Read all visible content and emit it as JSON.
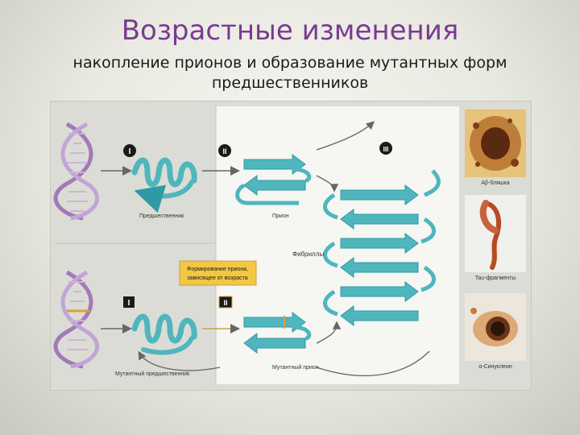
{
  "slide": {
    "title": "Возрастные изменения",
    "subtitle_line1": "накопление прионов и образование мутантных форм",
    "subtitle_line2": "предшественников"
  },
  "diagram": {
    "markers": [
      "I",
      "II",
      "III",
      "I",
      "II"
    ],
    "label_precursor": "Предшественник",
    "label_prion": "Прион",
    "label_fibrils": "Фибриллы",
    "label_mutant_precursor": "Мутантный предшественник",
    "label_mutant_prion": "Мутантный прион",
    "callout_line1": "Формирование приона,",
    "callout_line2": "зависящее от возраста",
    "photo_labels": [
      "Aβ-бляшка",
      "Tau-фрагменты",
      "α-Синуклеин"
    ]
  },
  "colors": {
    "title": "#7a3b8f",
    "protein": "#4fb6bd",
    "dna": "#a27ab8",
    "callout": "#f2c744"
  }
}
